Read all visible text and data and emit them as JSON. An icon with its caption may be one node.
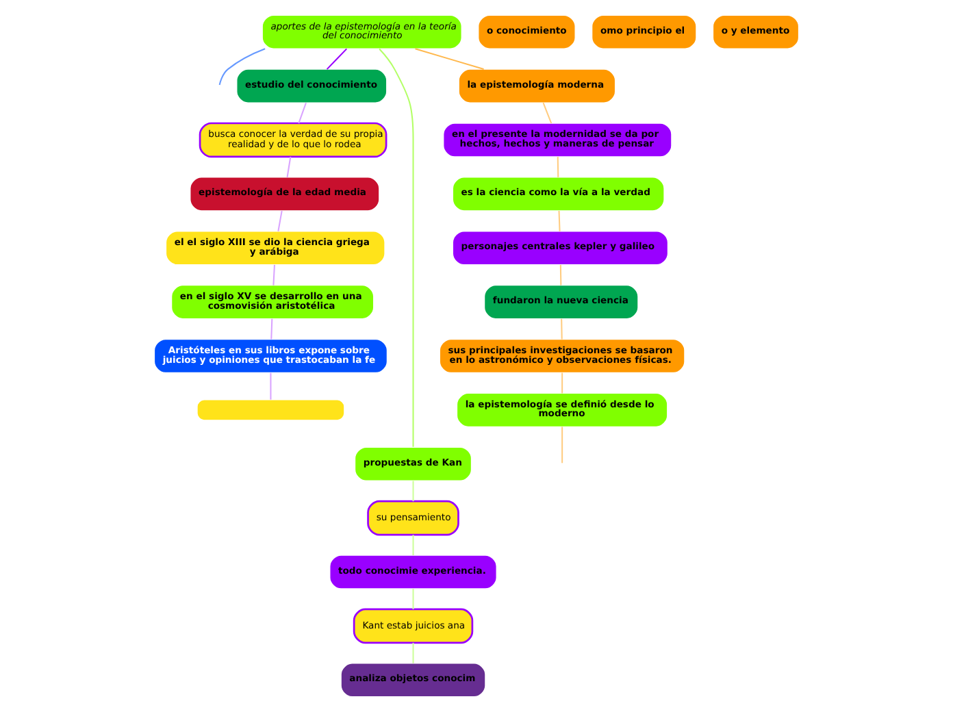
{
  "diagram": {
    "nodes": [
      {
        "text": [
          "aportes de la epistemología en la teoría del conocimiento"
        ]
      },
      {
        "text": [
          "estudio del conocimiento"
        ]
      },
      {
        "text": [
          "busca conocer la verdad de su propia realidad y de lo que lo rodea"
        ]
      },
      {
        "text": [
          "epistemología de la edad media"
        ]
      },
      {
        "text": [
          "el el siglo XIII se dio la ciencia griega y arábiga"
        ]
      },
      {
        "text": [
          "en el siglo XV se desarrollo en una cosmovisión aristotélica"
        ]
      },
      {
        "text": [
          "Aristóteles en sus libros expone sobre juicios y opiniones que trastocaban la fe"
        ]
      },
      {
        "text": [],
        "shape": "box"
      },
      {
        "text": [
          "la epistemología moderna"
        ]
      },
      {
        "text": [
          "en el presente la modernidad se da por hechos, hechos y maneras de pensar"
        ]
      },
      {
        "text": [
          "es la ciencia como la vía a la verdad"
        ]
      },
      {
        "text": [
          "personajes centrales kepler y galileo"
        ]
      },
      {
        "text": [
          "fundaron la nueva ciencia"
        ]
      },
      {
        "text": [
          "sus principales investigaciones se basaron en lo astronómico y observaciones físicas."
        ]
      },
      {
        "text": [
          "la epistemología se definió desde lo moderno"
        ]
      },
      {
        "text": [
          "propuestas de Kan"
        ]
      },
      {
        "text": [
          "su pensamiento"
        ]
      },
      {
        "text": [
          "todo conocimie experiencia."
        ]
      },
      {
        "text": [
          "Kant estab juicios ana"
        ]
      },
      {
        "text": [
          "analiza objetos conocim"
        ]
      },
      {
        "text": [
          "o conocimiento"
        ]
      },
      {
        "text": [
          "omo principio el"
        ]
      },
      {
        "text": [
          "o y elemento"
        ]
      }
    ],
    "edges": [
      {
        "from": 0,
        "to": null,
        "arrow": "none",
        "color": "#6699ff"
      },
      {
        "from": 0,
        "to": 1,
        "arrow": "none",
        "color": "#9900ff"
      },
      {
        "from": 0,
        "to": 8,
        "arrow": "none",
        "color": "#ffb84d"
      },
      {
        "from": 0,
        "to": 15,
        "arrow": "none",
        "color": "#b3ff66"
      },
      {
        "from": 1,
        "to": 2,
        "arrow": "none",
        "color": "#d9a3ff"
      },
      {
        "from": 2,
        "to": 3,
        "arrow": "none",
        "color": "#d9a3ff"
      },
      {
        "from": 3,
        "to": 4,
        "arrow": "none",
        "color": "#d9a3ff"
      },
      {
        "from": 4,
        "to": 5,
        "arrow": "none",
        "color": "#d9a3ff"
      },
      {
        "from": 5,
        "to": 6,
        "arrow": "none",
        "color": "#d9a3ff"
      },
      {
        "from": 6,
        "to": 7,
        "arrow": "none",
        "color": "#d9a3ff"
      },
      {
        "from": 8,
        "to": 9,
        "arrow": "none",
        "color": "#ffcc80"
      },
      {
        "from": 9,
        "to": 10,
        "arrow": "none",
        "color": "#ffcc80"
      },
      {
        "from": 10,
        "to": 11,
        "arrow": "none",
        "color": "#ffcc80"
      },
      {
        "from": 11,
        "to": 12,
        "arrow": "none",
        "color": "#ffcc80"
      },
      {
        "from": 12,
        "to": 13,
        "arrow": "none",
        "color": "#ffcc80"
      },
      {
        "from": 13,
        "to": 14,
        "arrow": "none",
        "color": "#ffcc80"
      },
      {
        "from": 14,
        "to": null,
        "arrow": "none",
        "color": "#ffcc80"
      },
      {
        "from": 15,
        "to": 16,
        "arrow": "none",
        "color": "#ccff99"
      },
      {
        "from": 16,
        "to": 17,
        "arrow": "none",
        "color": "#ccff99"
      },
      {
        "from": 17,
        "to": 18,
        "arrow": "none",
        "color": "#ccff99"
      },
      {
        "from": 18,
        "to": 19,
        "arrow": "none",
        "color": "#ccff99"
      }
    ]
  }
}
